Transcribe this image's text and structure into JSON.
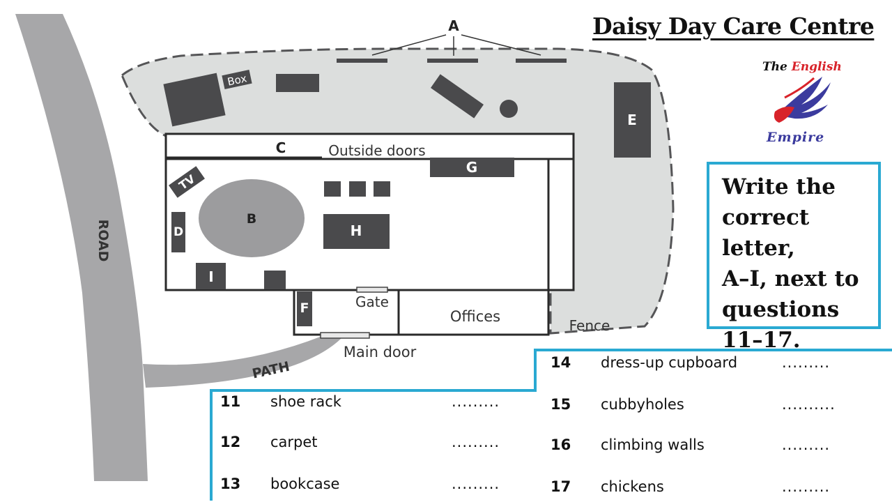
{
  "title": "Daisy Day Care Centre",
  "logo": {
    "the": "The",
    "english": "English",
    "empire": "Empire",
    "icon": "eagle-icon"
  },
  "instruction": [
    "Write the",
    "correct letter,",
    "A–I, next to",
    "questions",
    "11–17."
  ],
  "map": {
    "road": "ROAD",
    "path": "PATH",
    "box": "Box",
    "tv": "TV",
    "outside_doors": "Outside doors",
    "gate": "Gate",
    "offices": "Offices",
    "main_door": "Main door",
    "fence": "Fence",
    "letters": {
      "a": "A",
      "b": "B",
      "c": "C",
      "d": "D",
      "e": "E",
      "f": "F",
      "g": "G",
      "h": "H",
      "i": "I"
    }
  },
  "questions_left": [
    {
      "num": "11",
      "item": "shoe rack",
      "dots": "........."
    },
    {
      "num": "12",
      "item": "carpet",
      "dots": "........."
    },
    {
      "num": "13",
      "item": "bookcase",
      "dots": "........."
    }
  ],
  "questions_right": [
    {
      "num": "14",
      "item": "dress-up cupboard",
      "dots": "........."
    },
    {
      "num": "15",
      "item": "cubbyholes",
      "dots": ".........."
    },
    {
      "num": "16",
      "item": "climbing walls",
      "dots": "........."
    },
    {
      "num": "17",
      "item": "chickens",
      "dots": "........."
    }
  ],
  "colors": {
    "accent": "#2aa9d2",
    "area": "#dcdedd",
    "block": "#4a4a4c",
    "road": "#a7a7a9"
  }
}
